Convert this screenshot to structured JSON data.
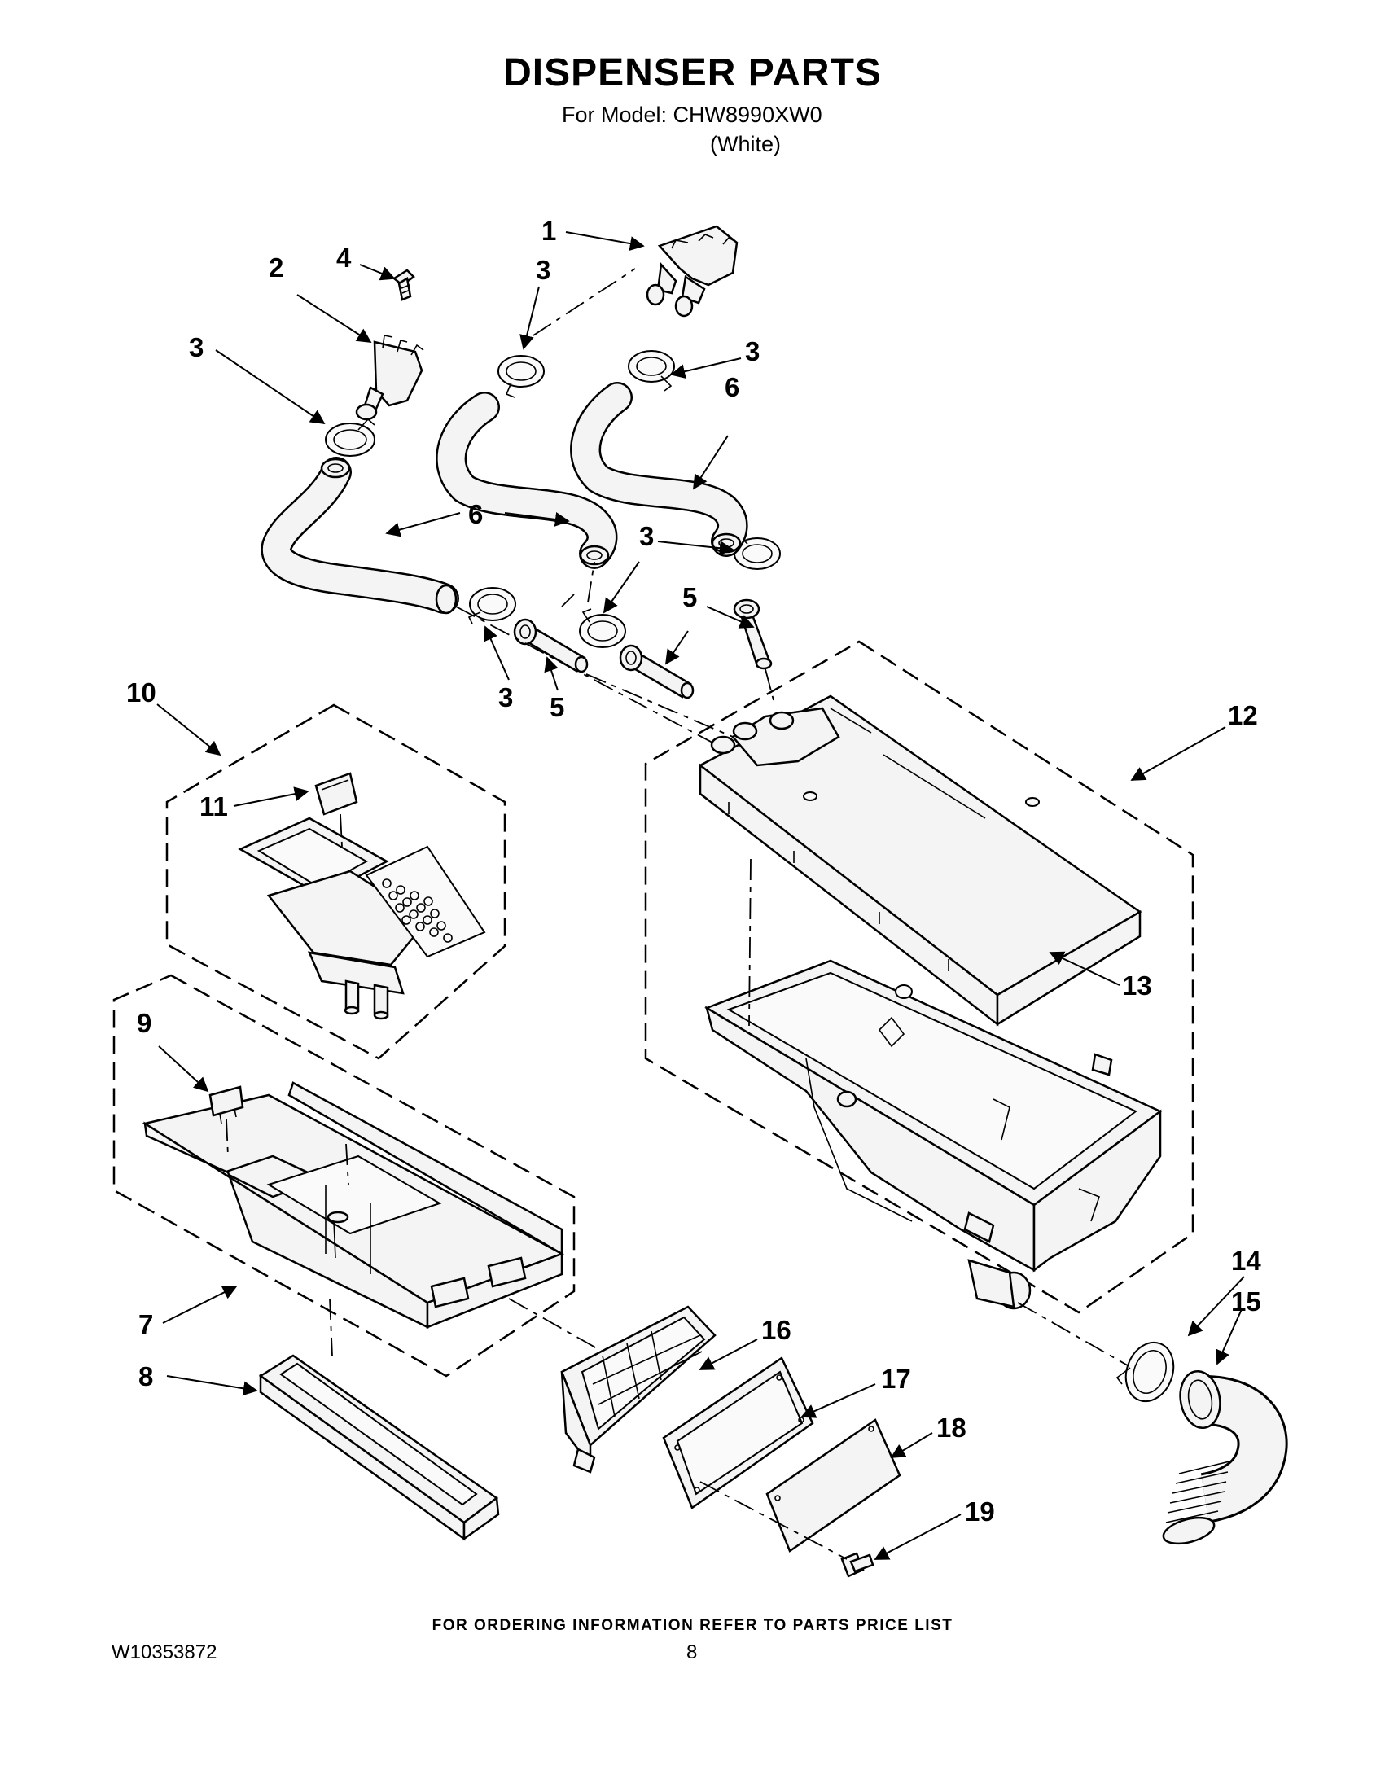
{
  "header": {
    "title": "DISPENSER PARTS",
    "model_line": "For Model: CHW8990XW0",
    "color_variant": "(White)"
  },
  "callouts": [
    "1",
    "2",
    "3",
    "4",
    "5",
    "6",
    "7",
    "8",
    "9",
    "10",
    "11",
    "12",
    "13",
    "14",
    "15",
    "16",
    "17",
    "18",
    "19"
  ],
  "footer": {
    "ordering_note": "FOR ORDERING INFORMATION REFER TO PARTS PRICE LIST",
    "document_number": "W10353872",
    "page_number": "8"
  }
}
